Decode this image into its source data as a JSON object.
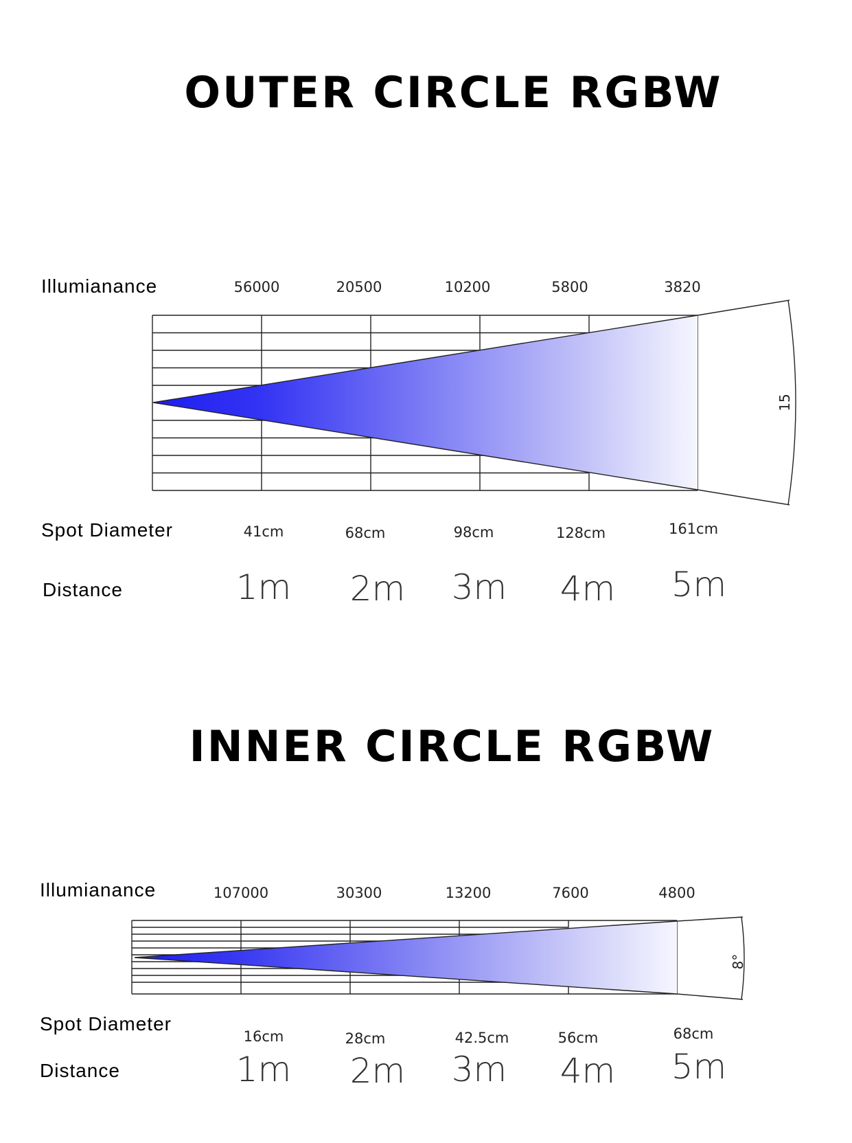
{
  "sections": [
    {
      "title": "OUTER CIRCLE RGBW",
      "illuminance_label": "Illumianance",
      "spot_label": "Spot Diameter",
      "distance_label": "Distance",
      "angle_label": "15",
      "illuminance": [
        "56000",
        "20500",
        "10200",
        "5800",
        "3820"
      ],
      "spot_diameter": [
        "41cm",
        "68cm",
        "98cm",
        "128cm",
        "161cm"
      ],
      "distance": [
        "1m",
        "2m",
        "3m",
        "4m",
        "5m"
      ]
    },
    {
      "title": "INNER CIRCLE RGBW",
      "illuminance_label": "Illumianance",
      "spot_label": "Spot Diameter",
      "distance_label": "Distance",
      "angle_label": "8°",
      "illuminance": [
        "107000",
        "30300",
        "13200",
        "7600",
        "4800"
      ],
      "spot_diameter": [
        "16cm",
        "28cm",
        "42.5cm",
        "56cm",
        "68cm"
      ],
      "distance": [
        "1m",
        "2m",
        "3m",
        "4m",
        "5m"
      ]
    }
  ],
  "colors": {
    "beam_start": "#1e1ef0",
    "beam_end": "#f4f4ff",
    "line": "#222222"
  }
}
